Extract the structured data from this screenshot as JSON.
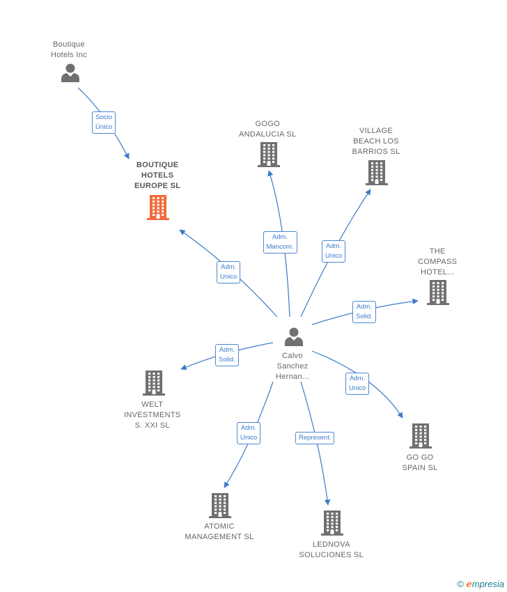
{
  "colors": {
    "edge": "#3a7ac9",
    "icon_gray": "#707070",
    "icon_highlight": "#f26b3a"
  },
  "nodes": [
    {
      "id": "boutique-inc",
      "lines": [
        "Boutique",
        "Hotels Inc"
      ],
      "icon": "person-icon"
    },
    {
      "id": "boutique-europe",
      "lines": [
        "BOUTIQUE",
        "HOTELS",
        "EUROPE  SL"
      ],
      "icon": "building-icon-highlight"
    },
    {
      "id": "gogo-andalucia",
      "lines": [
        "GOGO",
        "ANDALUCIA SL"
      ],
      "icon": "building-icon"
    },
    {
      "id": "village-beach",
      "lines": [
        "VILLAGE",
        "BEACH LOS",
        "BARRIOS  SL"
      ],
      "icon": "building-icon"
    },
    {
      "id": "compass",
      "lines": [
        "THE",
        "COMPASS",
        "HOTEL..."
      ],
      "icon": "building-icon"
    },
    {
      "id": "calvo",
      "lines": [
        "Calvo",
        "Sanchez",
        "Hernan..."
      ],
      "icon": "person-icon"
    },
    {
      "id": "welt",
      "lines": [
        "WELT",
        "INVESTMENTS",
        "S.  XXI SL"
      ],
      "icon": "building-icon"
    },
    {
      "id": "gogo-spain",
      "lines": [
        "GO GO",
        "SPAIN SL"
      ],
      "icon": "building-icon"
    },
    {
      "id": "atomic",
      "lines": [
        "ATOMIC",
        "MANAGEMENT SL"
      ],
      "icon": "building-icon"
    },
    {
      "id": "lednova",
      "lines": [
        "LEDNOVA",
        "SOLUCIONES SL"
      ],
      "icon": "building-icon"
    }
  ],
  "edges": [
    {
      "from": "boutique-inc",
      "to": "boutique-europe",
      "label": [
        "Socio",
        "Único"
      ]
    },
    {
      "from": "calvo",
      "to": "boutique-europe",
      "label": [
        "Adm.",
        "Unico"
      ]
    },
    {
      "from": "calvo",
      "to": "gogo-andalucia",
      "label": [
        "Adm.",
        "Mancom."
      ]
    },
    {
      "from": "calvo",
      "to": "village-beach",
      "label": [
        "Adm.",
        "Unico"
      ]
    },
    {
      "from": "calvo",
      "to": "compass",
      "label": [
        "Adm.",
        "Solid."
      ]
    },
    {
      "from": "calvo",
      "to": "welt",
      "label": [
        "Adm.",
        "Solid."
      ]
    },
    {
      "from": "calvo",
      "to": "gogo-spain",
      "label": [
        "Adm.",
        "Unico"
      ]
    },
    {
      "from": "calvo",
      "to": "atomic",
      "label": [
        "Adm.",
        "Unico"
      ]
    },
    {
      "from": "calvo",
      "to": "lednova",
      "label": [
        "Represent."
      ]
    }
  ],
  "brand": {
    "copyright": "©",
    "first_letter": "e",
    "rest": "mpresia"
  }
}
